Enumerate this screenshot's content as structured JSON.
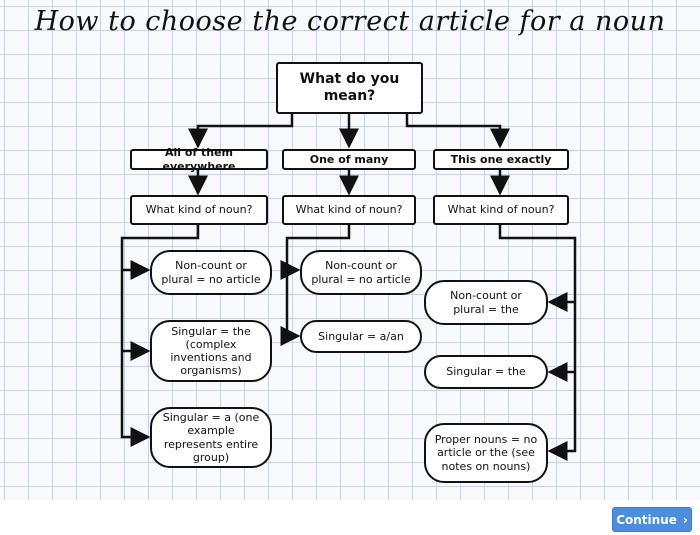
{
  "title": "How to choose the correct article for a noun",
  "root": "What do you mean?",
  "branches": [
    "All of them everywhere",
    "One of many",
    "This one exactly"
  ],
  "question": "What kind of noun?",
  "left": [
    "Non-count or plural = no article",
    "Singular = the (complex inventions and organisms)",
    "Singular = a (one example represents entire group)"
  ],
  "middle": [
    "Non-count or plural = no article",
    "Singular = a/an"
  ],
  "right": [
    "Non-count or plural = the",
    "Singular = the",
    "Proper nouns = no article or the (see notes on nouns)"
  ],
  "continue_label": "Continue"
}
